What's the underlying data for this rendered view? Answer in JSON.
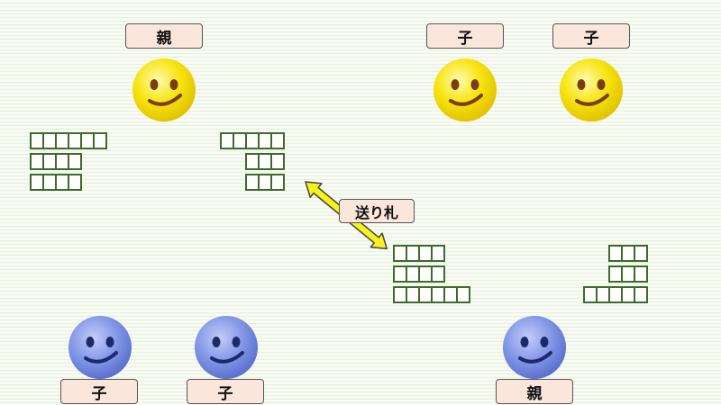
{
  "top": {
    "player_left": {
      "label": "親",
      "face": "yellow-smiley",
      "hand_rows": [
        6,
        4,
        4
      ]
    },
    "player_mid": {
      "label": "子",
      "face": "yellow-smiley",
      "hand_rows": [
        5,
        3,
        3
      ]
    },
    "player_right": {
      "label": "子",
      "face": "yellow-smiley"
    }
  },
  "bottom": {
    "player_left": {
      "label": "子",
      "face": "blue-smiley"
    },
    "player_mid": {
      "label": "子",
      "face": "blue-smiley",
      "hand_rows": [
        4,
        4,
        6
      ]
    },
    "player_right": {
      "label": "親",
      "face": "blue-smiley",
      "hand_rows": [
        3,
        3,
        5
      ]
    }
  },
  "callout": {
    "label": "送り札"
  },
  "colors": {
    "yellow_face": "#f7e40f",
    "blue_face": "#7e93e6",
    "card_border": "#3d6b2a",
    "label_bg": "#fbe6dc",
    "arrow_fill": "#f6f21a"
  }
}
